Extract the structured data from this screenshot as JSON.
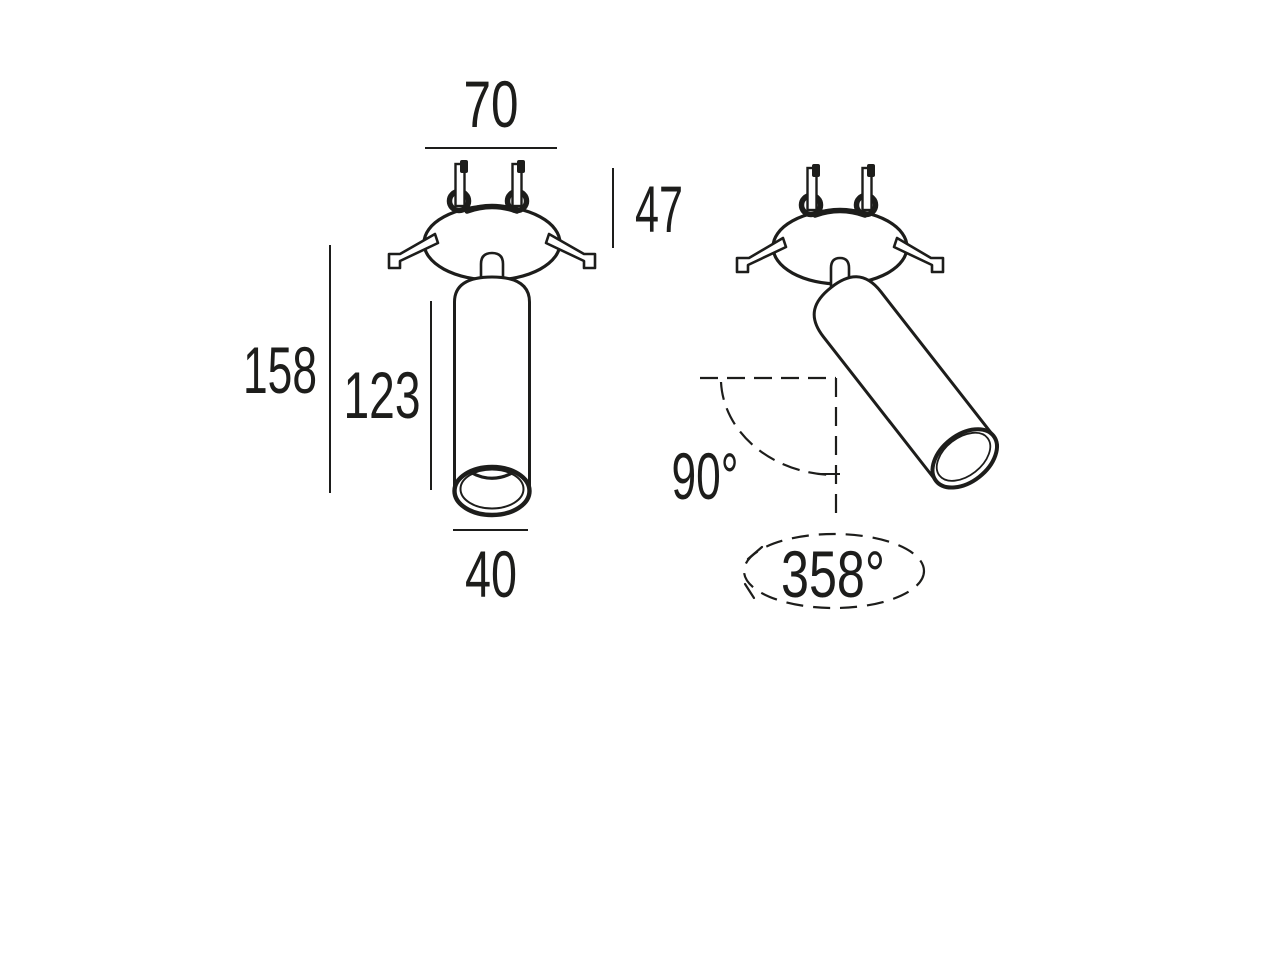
{
  "drawing": {
    "background": "#ffffff",
    "line_color": "#1d1d1b",
    "dimensions": {
      "canopy_width": "70",
      "recess_depth": "47",
      "total_height": "158",
      "cylinder_height": "123",
      "cylinder_diameter": "40"
    },
    "angles": {
      "tilt": "90°",
      "rotation": "358°"
    }
  }
}
